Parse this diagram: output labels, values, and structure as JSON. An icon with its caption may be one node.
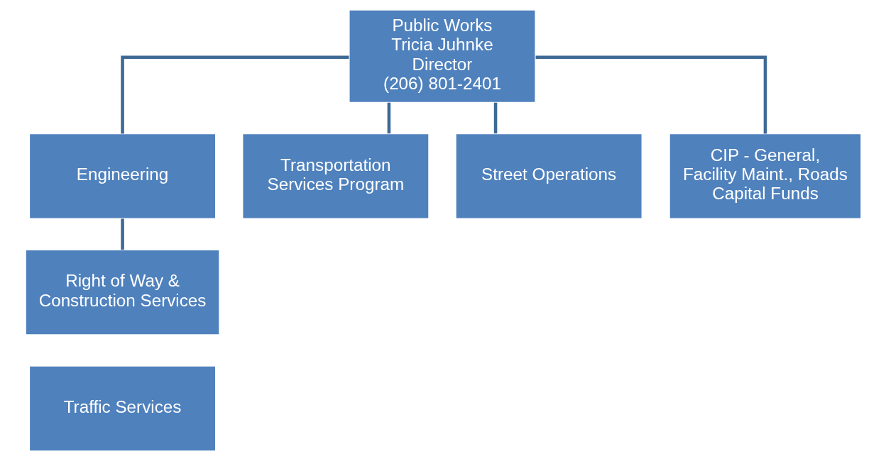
{
  "diagram": {
    "nodes": [
      {
        "text": [
          "Public Works",
          "Tricia Juhnke",
          "Director",
          "(206) 801-2401"
        ]
      },
      {
        "text": [
          "Engineering"
        ]
      },
      {
        "text": [
          "Transportation Services Program"
        ]
      },
      {
        "text": [
          "Street Operations"
        ]
      },
      {
        "text": [
          "CIP - General, Facility Maint., Roads Capital Funds"
        ]
      },
      {
        "text": [
          "Right of Way & Construction Services"
        ]
      },
      {
        "text": [
          "Traffic Services"
        ]
      }
    ],
    "edges": [
      {
        "from": 0,
        "to": 1,
        "arrow": "none"
      },
      {
        "from": 0,
        "to": 2,
        "arrow": "none"
      },
      {
        "from": 0,
        "to": 3,
        "arrow": "none"
      },
      {
        "from": 0,
        "to": 4,
        "arrow": "none"
      },
      {
        "from": 1,
        "to": 5,
        "arrow": "none"
      }
    ]
  }
}
